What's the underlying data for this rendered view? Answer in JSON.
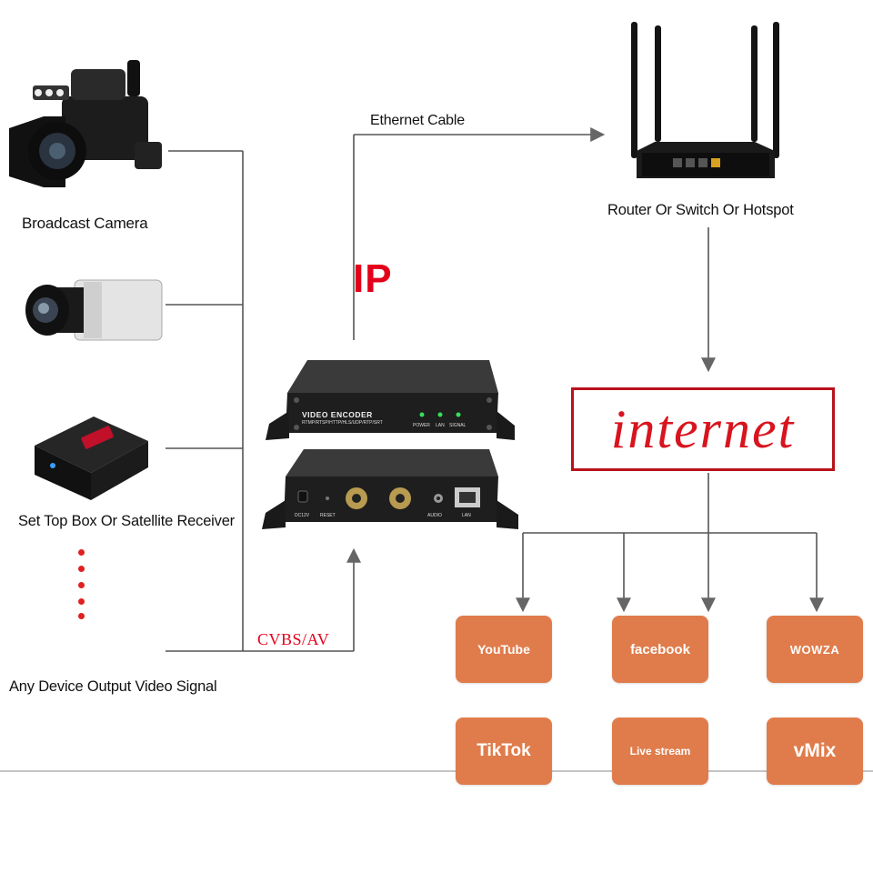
{
  "devices": {
    "broadcast_camera": "Broadcast Camera",
    "set_top_box": "Set Top Box Or Satellite Receiver",
    "any_device": "Any Device Output Video Signal"
  },
  "connections": {
    "ethernet_cable": "Ethernet Cable",
    "ip": "IP",
    "cvbs_av": "CVBS/AV"
  },
  "router": {
    "label": "Router Or Switch Or Hotspot"
  },
  "encoder": {
    "title": "VIDEO ENCODER",
    "protocols": "RTMP/RTSP/HTTP/HLS/UDP/RTP/SRT",
    "leds": [
      "POWER",
      "LAN",
      "SIGNAL"
    ],
    "ports": [
      "DC12V",
      "RESET",
      "AUDIO",
      "LAN"
    ]
  },
  "internet": {
    "label": "internet"
  },
  "platforms": [
    {
      "label": "YouTube"
    },
    {
      "label": "facebook"
    },
    {
      "label": "WOWZA"
    },
    {
      "label": "TikTok"
    },
    {
      "label": "Live stream"
    },
    {
      "label": "vMix"
    }
  ],
  "colors": {
    "accent_red": "#e3001b",
    "tile_orange": "#e07c4b",
    "line_gray": "#555555"
  }
}
